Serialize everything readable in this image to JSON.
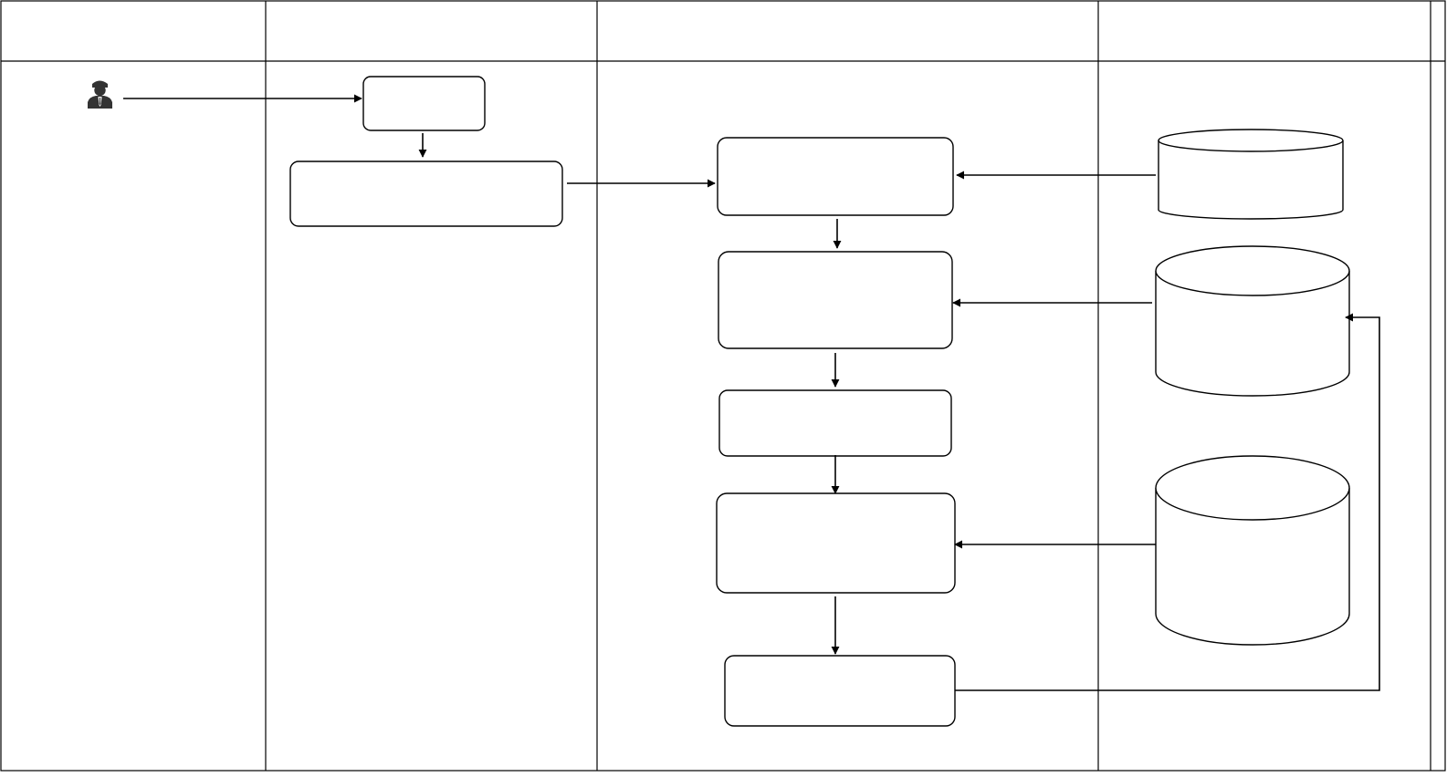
{
  "diagram": {
    "type": "swimlane-flowchart",
    "lanes": [
      {
        "id": "lane-1",
        "header": ""
      },
      {
        "id": "lane-2",
        "header": ""
      },
      {
        "id": "lane-3",
        "header": ""
      },
      {
        "id": "lane-4",
        "header": ""
      }
    ],
    "actor": {
      "icon": "user-icon",
      "label": ""
    },
    "process_boxes": [
      {
        "id": "box-1",
        "label": ""
      },
      {
        "id": "box-2",
        "label": ""
      },
      {
        "id": "box-3",
        "label": ""
      },
      {
        "id": "box-4",
        "label": ""
      },
      {
        "id": "box-5",
        "label": ""
      },
      {
        "id": "box-6",
        "label": ""
      },
      {
        "id": "box-7",
        "label": ""
      }
    ],
    "databases": [
      {
        "id": "db-1",
        "label": ""
      },
      {
        "id": "db-2",
        "label": ""
      },
      {
        "id": "db-3",
        "label": ""
      }
    ],
    "connections": [
      {
        "from": "actor",
        "to": "box-1"
      },
      {
        "from": "box-1",
        "to": "box-2"
      },
      {
        "from": "box-2",
        "to": "box-3"
      },
      {
        "from": "db-1",
        "to": "box-3"
      },
      {
        "from": "box-3",
        "to": "box-4"
      },
      {
        "from": "db-2",
        "to": "box-4"
      },
      {
        "from": "box-4",
        "to": "box-5"
      },
      {
        "from": "box-5",
        "to": "box-6"
      },
      {
        "from": "db-3",
        "to": "box-6"
      },
      {
        "from": "box-6",
        "to": "box-7"
      },
      {
        "from": "box-7",
        "to": "db-2"
      }
    ],
    "colors": {
      "stroke": "#000000",
      "background": "#ffffff",
      "icon": "#333333"
    }
  }
}
